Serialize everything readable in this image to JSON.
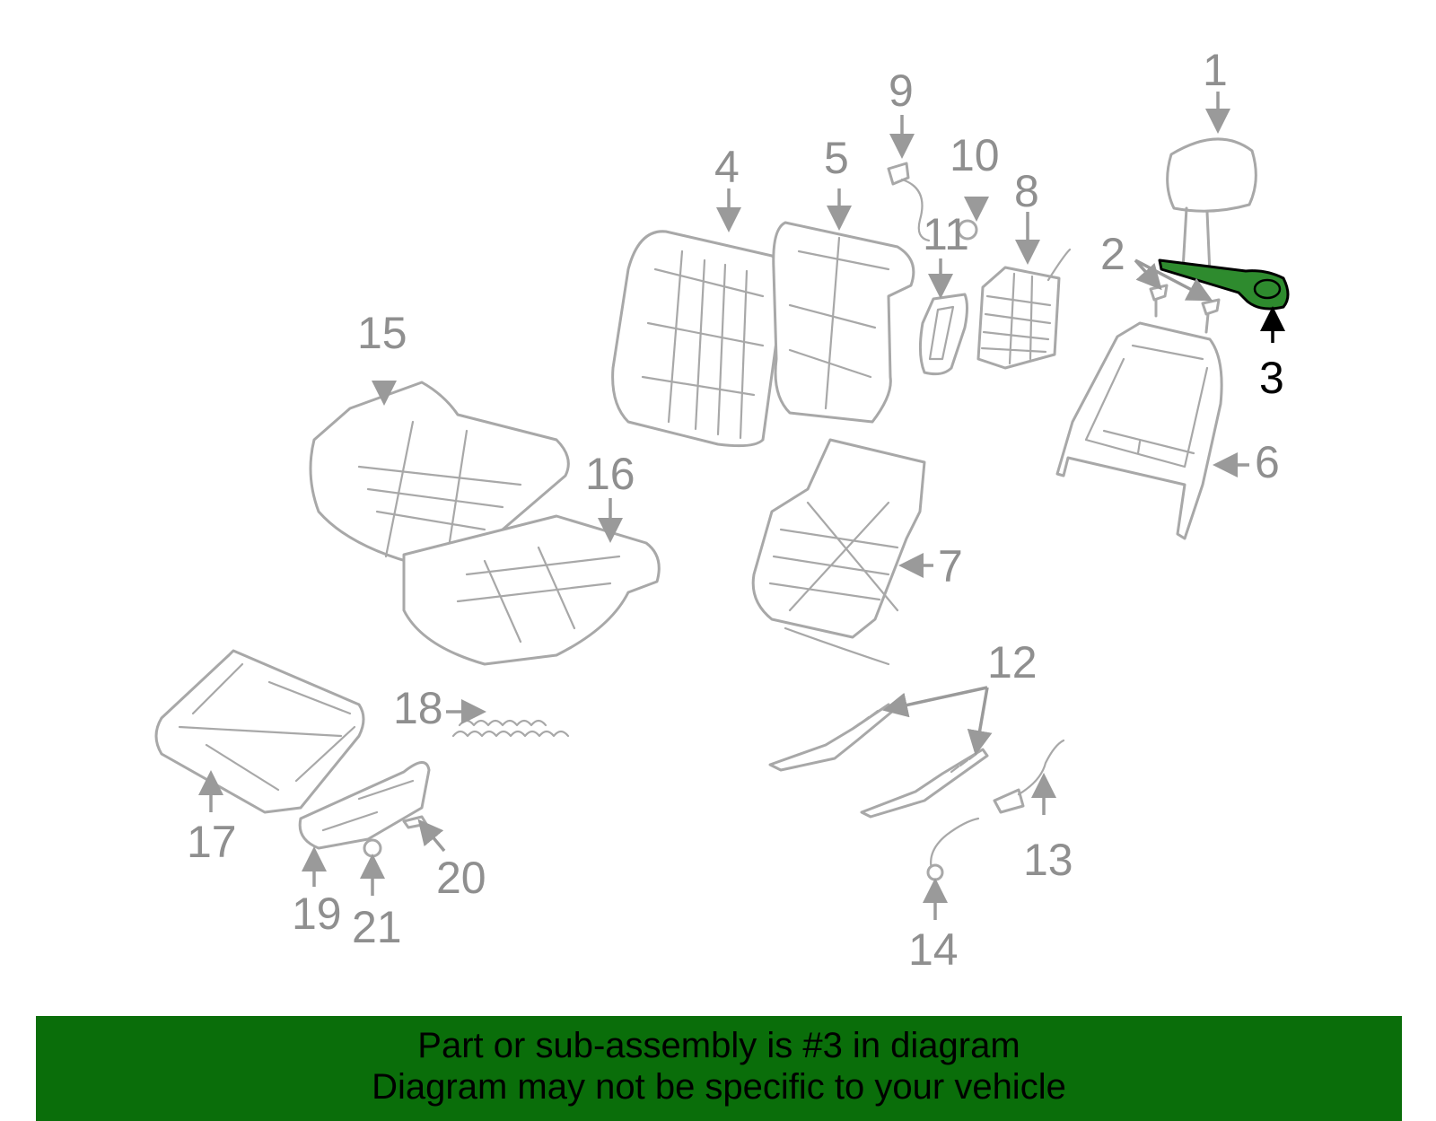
{
  "diagram": {
    "callouts": [
      "1",
      "2",
      "3",
      "4",
      "5",
      "6",
      "7",
      "8",
      "9",
      "10",
      "11",
      "12",
      "13",
      "14",
      "15",
      "16",
      "17",
      "18",
      "19",
      "20",
      "21"
    ],
    "highlighted_part": "3",
    "highlight_color": "#2e8b2e",
    "part_color": "#a8a8a8"
  },
  "banner": {
    "line1": "Part or sub-assembly is #3 in diagram",
    "line2": "Diagram may not be specific to your vehicle",
    "background": "#0a6e0a"
  }
}
